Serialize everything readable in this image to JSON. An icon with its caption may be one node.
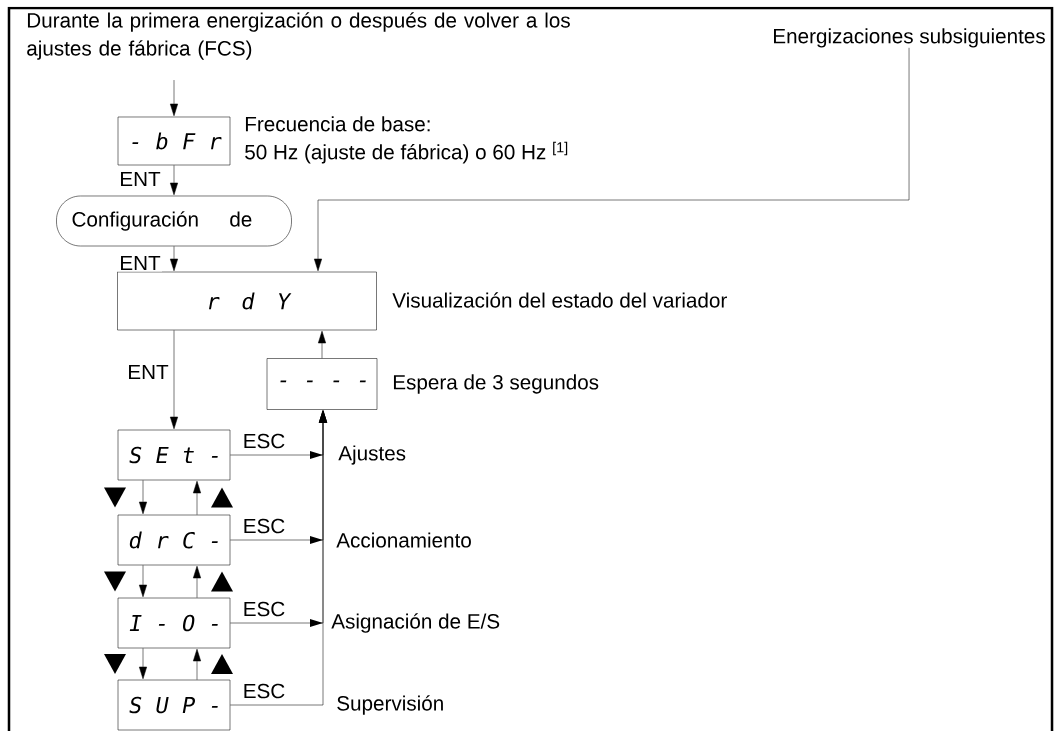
{
  "diagram": {
    "nodes": [
      {
        "text": [
          "Durante la primera energización o después de volver a los ajustes de fábrica (FCS)"
        ]
      },
      {
        "text": [
          "- b F r"
        ],
        "beside": [
          "Frecuencia de base:",
          "50 Hz (ajuste de fábrica) o 60 Hz $^{[1]}$"
        ]
      },
      {
        "text": [
          "Configuración de"
        ]
      },
      {
        "text": [
          "Energizaciones subsiguientes"
        ]
      },
      {
        "text": [
          "r d Y"
        ],
        "beside": [
          "Visualización del estado del variador"
        ]
      },
      {
        "text": [
          "- - - -"
        ],
        "beside": [
          "Espera de 3 segundos"
        ]
      },
      {
        "text": [
          "S E t -"
        ]
      },
      {
        "text": [
          "d r C -"
        ]
      },
      {
        "text": [
          "I - O -"
        ]
      },
      {
        "text": [
          "S U P -"
        ]
      }
    ],
    "edges": [
      {
        "from": 0,
        "to": 1,
        "arrow": "to"
      },
      {
        "from": 1,
        "to": 2,
        "arrow": "to",
        "label": "ENT"
      },
      {
        "from": 2,
        "to": 4,
        "arrow": "to",
        "label": "ENT"
      },
      {
        "from": 3,
        "to": 4,
        "arrow": "to"
      },
      {
        "from": 4,
        "to": 6,
        "arrow": "to",
        "label": "ENT"
      },
      {
        "from": 5,
        "to": 4,
        "arrow": "to"
      },
      {
        "from": 6,
        "to": 7,
        "arrow": "to"
      },
      {
        "from": 7,
        "to": 6,
        "arrow": "to"
      },
      {
        "from": 7,
        "to": 8,
        "arrow": "to"
      },
      {
        "from": 8,
        "to": 7,
        "arrow": "to"
      },
      {
        "from": 8,
        "to": 9,
        "arrow": "to"
      },
      {
        "from": 9,
        "to": 8,
        "arrow": "to"
      },
      {
        "from": 6,
        "to": 5,
        "arrow": "to",
        "label": "ESC"
      },
      {
        "from": 7,
        "to": 5,
        "arrow": "to",
        "label": "ESC"
      },
      {
        "from": 8,
        "to": 5,
        "arrow": "to",
        "label": "ESC"
      },
      {
        "from": 9,
        "to": 5,
        "arrow": "to",
        "label": "ESC"
      }
    ],
    "labels": [
      "Ajustes",
      "Accionamiento",
      "Asignación de E/S",
      "Supervisión"
    ]
  }
}
